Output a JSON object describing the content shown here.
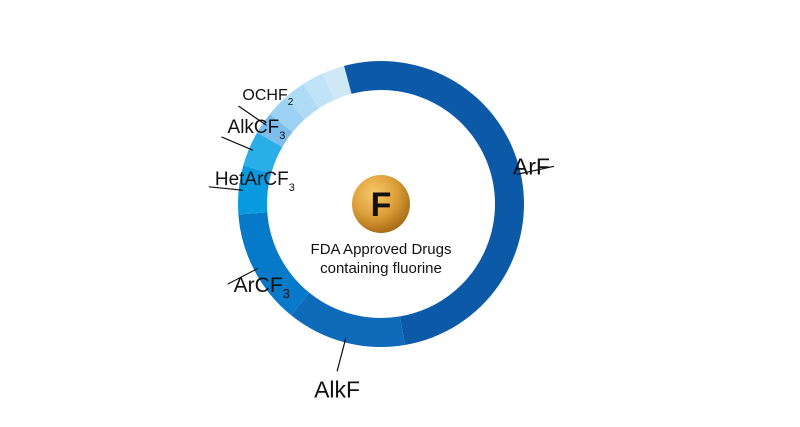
{
  "chart_data": {
    "type": "pie",
    "title": "",
    "series": [
      {
        "label": "ArF",
        "label_html": "ArF",
        "value": 51.5,
        "color": "#0c59a8"
      },
      {
        "label": "AlkF",
        "label_html": "AlkF",
        "value": 13.5,
        "color": "#0e6bba"
      },
      {
        "label": "ArCF3",
        "label_html": "ArCF<sub>3</sub>",
        "value": 13.0,
        "color": "#0779c9"
      },
      {
        "label": "HetArCF3",
        "label_html": "HetArCF<sub>3</sub>",
        "value": 5.5,
        "color": "#0999de"
      },
      {
        "label": "AlkCF3",
        "label_html": "AlkCF<sub>3</sub>",
        "value": 4.0,
        "color": "#29aee7"
      },
      {
        "label": "OCHF2",
        "label_html": "OCHF<sub>2</sub>",
        "value": 2.5,
        "color": "#7cbdec"
      },
      {
        "label": "",
        "value": 2.5,
        "color": "#9cd2f3"
      },
      {
        "label": "",
        "value": 2.5,
        "color": "#aedbf6"
      },
      {
        "label": "",
        "value": 2.5,
        "color": "#bfe3f7"
      },
      {
        "label": "",
        "value": 2.5,
        "color": "#cfe8f8"
      }
    ],
    "legend": "none"
  },
  "center": {
    "badge_letter": "F",
    "line1": "FDA Approved Drugs",
    "line2": "containing fluorine"
  },
  "colors": {
    "badge_light": "#f7c86a",
    "badge_mid": "#dda03a",
    "badge_dark": "#a86d15"
  }
}
